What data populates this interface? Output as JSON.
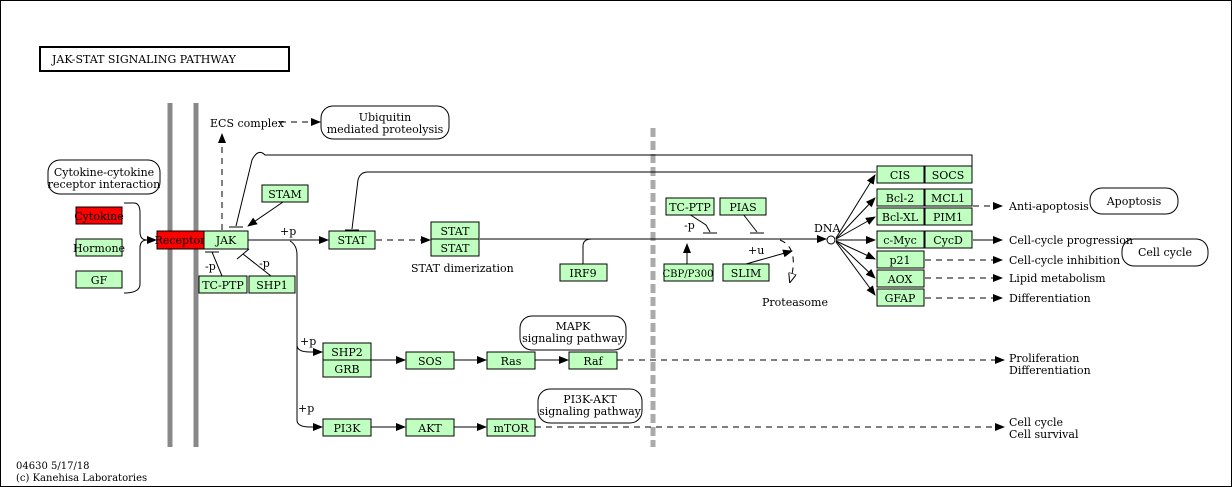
{
  "title": "JAK-STAT SIGNALING PATHWAY",
  "footer": {
    "code": "04630 5/17/18",
    "copyright": "(c) Kanehisa Laboratories"
  },
  "nodes": {
    "cytokine": "Cytokine",
    "hormone": "Hormone",
    "gf": "GF",
    "receptor": "Receptor",
    "jak": "JAK",
    "tc_ptp_left": "TC-PTP",
    "shp1": "SHP1",
    "stam": "STAM",
    "stat": "STAT",
    "stat_dimer_1": "STAT",
    "stat_dimer_2": "STAT",
    "irf9": "IRF9",
    "tc_ptp_right": "TC-PTP",
    "pias": "PIAS",
    "cbp_p300": "CBP/P300",
    "slim": "SLIM",
    "shp2": "SHP2",
    "grb": "GRB",
    "sos": "SOS",
    "ras": "Ras",
    "raf": "Raf",
    "pi3k": "PI3K",
    "akt": "AKT",
    "mtor": "mTOR",
    "cis": "CIS",
    "socs": "SOCS",
    "bcl2": "Bcl-2",
    "mcl1": "MCL1",
    "bclxl": "Bcl-XL",
    "pim1": "PIM1",
    "cmyc": "c-Myc",
    "cycd": "CycD",
    "p21": "p21",
    "aox": "AOX",
    "gfap": "GFAP"
  },
  "maps": {
    "cytokine_receptor_1": "Cytokine-cytokine",
    "cytokine_receptor_2": "receptor interaction",
    "ubiquitin_1": "Ubiquitin",
    "ubiquitin_2": "mediated proteolysis",
    "mapk_1": "MAPK",
    "mapk_2": "signaling pathway",
    "pi3k_akt_1": "PI3K-AKT",
    "pi3k_akt_2": "signaling pathway",
    "apoptosis": "Apoptosis",
    "cell_cycle": "Cell cycle"
  },
  "labels": {
    "ecs_complex": "ECS complex",
    "stat_dimerization": "STAT dimerization",
    "dna": "DNA",
    "proteasome": "Proteasome",
    "anti_apoptosis": "Anti-apoptosis",
    "cell_cycle_progression": "Cell-cycle progression",
    "cell_cycle_inhibition": "Cell-cycle inhibition",
    "lipid_metabolism": "Lipid metabolism",
    "differentiation": "Differentiation",
    "proliferation": "Proliferation",
    "differentiation_2": "Differentiation",
    "cell_cycle_out": "Cell cycle",
    "cell_survival": "Cell survival",
    "plus_p_jak_stat": "+p",
    "minus_p_tcptp": "-p",
    "minus_p_shp1": "-p",
    "minus_p_right": "-p",
    "plus_u": "+u",
    "plus_p_shp2": "+p",
    "plus_p_pi3k": "+p"
  },
  "colors": {
    "gene_fill": "#bfffbf",
    "highlight_fill": "#ff0000",
    "membrane": "#888888"
  }
}
